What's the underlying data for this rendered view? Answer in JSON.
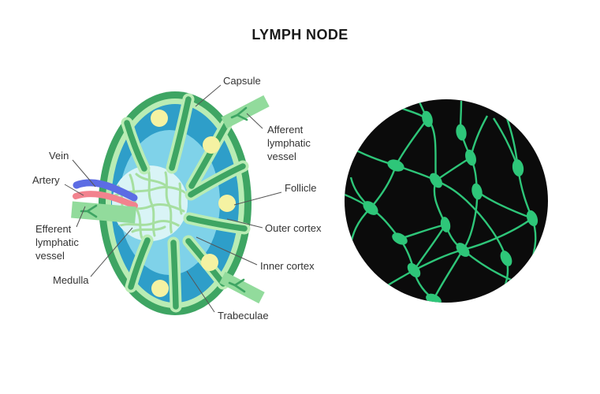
{
  "title": "LYMPH NODE",
  "anatomy_labels": {
    "capsule": "Capsule",
    "afferent_lymphatic_vessel": "Afferent lymphatic vessel",
    "vein": "Vein",
    "artery": "Artery",
    "efferent_lymphatic_vessel": "Efferent lymphatic vessel",
    "medulla": "Medulla",
    "follicle": "Follicle",
    "outer_cortex": "Outer cortex",
    "inner_cortex": "Inner cortex",
    "trabeculae": "Trabeculae"
  },
  "figures": {
    "left": "lymph-node-cross-section-diagram",
    "right": "lymphatic-vessel-network-micrograph"
  },
  "colors": {
    "ink": "#333333",
    "title_ink": "#1a1a1a",
    "pointer": "#555555",
    "capsule": "#3ea563",
    "lining": "#b9ecb4",
    "mesh": "#a6dfa0",
    "vessel": "#92db9c",
    "cortex_outer": "#2e9ec9",
    "cortex_inner": "#7fd2e9",
    "medulla": "#d9f4f6",
    "follicle": "#f5f2a2",
    "vein": "#5c6ce4",
    "artery": "#f2838e",
    "micro_bg": "#0b0b0b",
    "micro_net": "#2ec679",
    "bg": "#ffffff"
  }
}
